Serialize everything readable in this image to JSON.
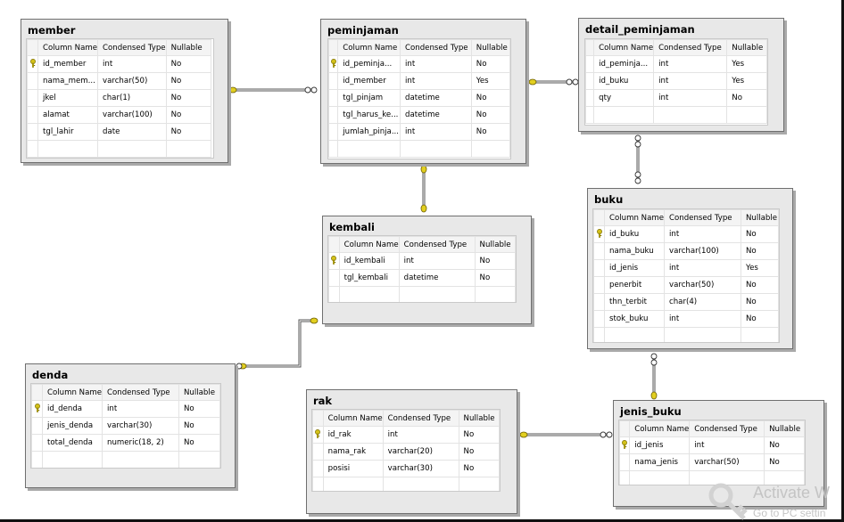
{
  "header_labels": {
    "column_name": "Column Name",
    "condensed_type": "Condensed Type",
    "nullable": "Nullable"
  },
  "tables": [
    {
      "id": "member",
      "name": "member",
      "rows": [
        {
          "column": "id_member",
          "type": "int",
          "nullable": "No",
          "key": true
        },
        {
          "column": "nama_mem...",
          "type": "varchar(50)",
          "nullable": "No",
          "key": false
        },
        {
          "column": "jkel",
          "type": "char(1)",
          "nullable": "No",
          "key": false
        },
        {
          "column": "alamat",
          "type": "varchar(100)",
          "nullable": "No",
          "key": false
        },
        {
          "column": "tgl_lahir",
          "type": "date",
          "nullable": "No",
          "key": false
        }
      ]
    },
    {
      "id": "peminjaman",
      "name": "peminjaman",
      "rows": [
        {
          "column": "id_peminja...",
          "type": "int",
          "nullable": "No",
          "key": true
        },
        {
          "column": "id_member",
          "type": "int",
          "nullable": "Yes",
          "key": false
        },
        {
          "column": "tgl_pinjam",
          "type": "datetime",
          "nullable": "No",
          "key": false
        },
        {
          "column": "tgl_harus_ke...",
          "type": "datetime",
          "nullable": "No",
          "key": false
        },
        {
          "column": "jumlah_pinja...",
          "type": "int",
          "nullable": "No",
          "key": false
        }
      ]
    },
    {
      "id": "detail_peminjaman",
      "name": "detail_peminjaman",
      "rows": [
        {
          "column": "id_peminja...",
          "type": "int",
          "nullable": "Yes",
          "key": false
        },
        {
          "column": "id_buku",
          "type": "int",
          "nullable": "Yes",
          "key": false
        },
        {
          "column": "qty",
          "type": "int",
          "nullable": "No",
          "key": false
        }
      ]
    },
    {
      "id": "kembali",
      "name": "kembali",
      "rows": [
        {
          "column": "id_kembali",
          "type": "int",
          "nullable": "No",
          "key": true
        },
        {
          "column": "tgl_kembali",
          "type": "datetime",
          "nullable": "No",
          "key": false
        }
      ]
    },
    {
      "id": "buku",
      "name": "buku",
      "rows": [
        {
          "column": "id_buku",
          "type": "int",
          "nullable": "No",
          "key": true
        },
        {
          "column": "nama_buku",
          "type": "varchar(100)",
          "nullable": "No",
          "key": false
        },
        {
          "column": "id_jenis",
          "type": "int",
          "nullable": "Yes",
          "key": false
        },
        {
          "column": "penerbit",
          "type": "varchar(50)",
          "nullable": "No",
          "key": false
        },
        {
          "column": "thn_terbit",
          "type": "char(4)",
          "nullable": "No",
          "key": false
        },
        {
          "column": "stok_buku",
          "type": "int",
          "nullable": "No",
          "key": false
        }
      ]
    },
    {
      "id": "denda",
      "name": "denda",
      "rows": [
        {
          "column": "id_denda",
          "type": "int",
          "nullable": "No",
          "key": true
        },
        {
          "column": "jenis_denda",
          "type": "varchar(30)",
          "nullable": "No",
          "key": false
        },
        {
          "column": "total_denda",
          "type": "numeric(18, 2)",
          "nullable": "No",
          "key": false
        }
      ]
    },
    {
      "id": "rak",
      "name": "rak",
      "rows": [
        {
          "column": "id_rak",
          "type": "int",
          "nullable": "No",
          "key": true
        },
        {
          "column": "nama_rak",
          "type": "varchar(20)",
          "nullable": "No",
          "key": false
        },
        {
          "column": "posisi",
          "type": "varchar(30)",
          "nullable": "No",
          "key": false
        }
      ]
    },
    {
      "id": "jenis_buku",
      "name": "jenis_buku",
      "rows": [
        {
          "column": "id_jenis",
          "type": "int",
          "nullable": "No",
          "key": true
        },
        {
          "column": "nama_jenis",
          "type": "varchar(50)",
          "nullable": "No",
          "key": false
        }
      ]
    }
  ],
  "watermark": {
    "line1": "Activate W",
    "line2": "Go to PC settin"
  },
  "colors": {
    "key": "#d4c21a",
    "link": "#555555",
    "grid_border": "#e3e3e3"
  }
}
